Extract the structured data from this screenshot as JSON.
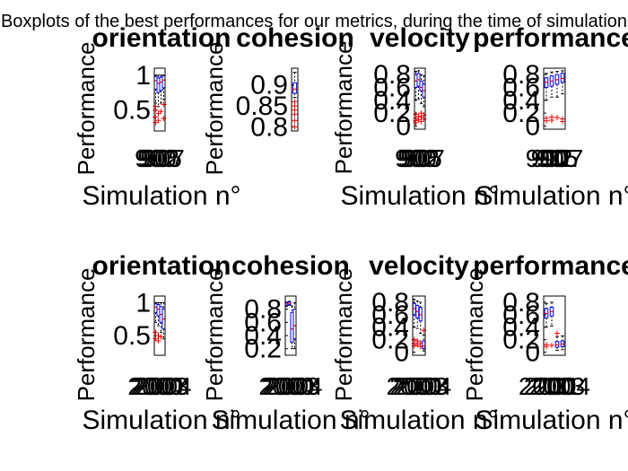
{
  "figure": {
    "title": "Boxplots of the best performances for our metrics, during the time of simulation",
    "colors": {
      "box": "#0000ff",
      "median": "#ff0000",
      "outlier": "#ff0000",
      "whisker": "#000000"
    }
  },
  "chart_data": [
    {
      "type": "box",
      "title": "orientation",
      "ylabel": "Performance",
      "xlabel": "Simulation n°",
      "ylim": [
        0.2,
        1.1
      ],
      "yticks": [
        0.5,
        1
      ],
      "xticklabels": [
        "900",
        "902",
        "905",
        "907"
      ],
      "boxes": [
        {
          "q1": 0.8,
          "median": 0.92,
          "q3": 0.98,
          "whisker_low": 0.6,
          "whisker_high": 1.0,
          "outliers": [
            0.55,
            0.5,
            0.4,
            0.32
          ]
        },
        {
          "q1": 0.75,
          "median": 0.88,
          "q3": 0.96,
          "whisker_low": 0.55,
          "whisker_high": 1.0,
          "outliers": [
            0.45,
            0.35
          ]
        },
        {
          "q1": 0.78,
          "median": 0.9,
          "q3": 0.97,
          "whisker_low": 0.6,
          "whisker_high": 1.0,
          "outliers": [
            0.48
          ]
        },
        {
          "q1": 0.82,
          "median": 0.93,
          "q3": 0.99,
          "whisker_low": 0.65,
          "whisker_high": 1.0,
          "outliers": [
            0.58,
            0.38
          ]
        }
      ]
    },
    {
      "type": "box",
      "title": "cohesion",
      "ylabel": "Performance",
      "xlabel": "",
      "ylim": [
        0.79,
        0.94
      ],
      "yticks": [
        0.8,
        0.85,
        0.9
      ],
      "xticklabels": [],
      "boxes": [
        {
          "q1": 0.88,
          "median": 0.89,
          "q3": 0.905,
          "whisker_low": 0.87,
          "whisker_high": 0.93,
          "outliers": [
            0.86,
            0.85,
            0.84,
            0.83,
            0.815,
            0.8
          ]
        }
      ]
    },
    {
      "type": "box",
      "title": "velocity",
      "ylabel": "Performance",
      "xlabel": "Simulation n°",
      "ylim": [
        -0.05,
        0.9
      ],
      "yticks": [
        0,
        0.2,
        0.4,
        0.6,
        0.8
      ],
      "xticklabels": [
        "900",
        "902",
        "905",
        "907"
      ],
      "boxes": [
        {
          "q1": 0.6,
          "median": 0.7,
          "q3": 0.8,
          "whisker_low": 0.4,
          "whisker_high": 0.85,
          "outliers": [
            0.18,
            0.12,
            0.08,
            0.05
          ]
        },
        {
          "q1": 0.62,
          "median": 0.72,
          "q3": 0.82,
          "whisker_low": 0.42,
          "whisker_high": 0.86,
          "outliers": [
            0.15,
            0.1
          ]
        },
        {
          "q1": 0.55,
          "median": 0.6,
          "q3": 0.7,
          "whisker_low": 0.35,
          "whisker_high": 0.8,
          "outliers": [
            0.2,
            0.14,
            0.07
          ]
        },
        {
          "q1": 0.45,
          "median": 0.55,
          "q3": 0.65,
          "whisker_low": 0.3,
          "whisker_high": 0.78,
          "outliers": [
            0.17,
            0.11
          ]
        }
      ]
    },
    {
      "type": "box",
      "title": "performance",
      "ylabel": "",
      "xlabel": "Simulation n°",
      "ylim": [
        -0.05,
        0.9
      ],
      "yticks": [
        0,
        0.2,
        0.4,
        0.6,
        0.8
      ],
      "xticklabels": [
        "900",
        "902",
        "905",
        "907"
      ],
      "boxes": [
        {
          "q1": 0.6,
          "median": 0.68,
          "q3": 0.75,
          "whisker_low": 0.4,
          "whisker_high": 0.82,
          "outliers": [
            0.12,
            0.08
          ]
        },
        {
          "q1": 0.62,
          "median": 0.7,
          "q3": 0.78,
          "whisker_low": 0.45,
          "whisker_high": 0.84,
          "outliers": [
            0.14,
            0.09
          ]
        },
        {
          "q1": 0.65,
          "median": 0.72,
          "q3": 0.8,
          "whisker_low": 0.45,
          "whisker_high": 0.85,
          "outliers": [
            0.13
          ]
        },
        {
          "q1": 0.68,
          "median": 0.74,
          "q3": 0.82,
          "whisker_low": 0.5,
          "whisker_high": 0.86,
          "outliers": [
            0.11,
            0.07
          ]
        }
      ]
    },
    {
      "type": "box",
      "title": "orientation",
      "ylabel": "Performance",
      "xlabel": "Simulation n°",
      "ylim": [
        0.2,
        1.1
      ],
      "yticks": [
        0.5,
        1
      ],
      "xticklabels": [
        "2000",
        "2001",
        "2003",
        "2004"
      ],
      "boxes": [
        {
          "q1": 0.85,
          "median": 0.93,
          "q3": 0.98,
          "whisker_low": 0.7,
          "whisker_high": 1.0,
          "outliers": [
            0.55,
            0.45
          ]
        },
        {
          "q1": 0.8,
          "median": 0.9,
          "q3": 0.97,
          "whisker_low": 0.65,
          "whisker_high": 1.0,
          "outliers": [
            0.5,
            0.42
          ]
        },
        {
          "q1": 0.7,
          "median": 0.82,
          "q3": 0.94,
          "whisker_low": 0.55,
          "whisker_high": 1.0,
          "outliers": [
            0.48
          ]
        },
        {
          "q1": 0.6,
          "median": 0.75,
          "q3": 0.9,
          "whisker_low": 0.45,
          "whisker_high": 1.0,
          "outliers": []
        }
      ]
    },
    {
      "type": "box",
      "title": "cohesion",
      "ylabel": "Performance",
      "xlabel": "Simulation n°",
      "ylim": [
        0.1,
        1.0
      ],
      "yticks": [
        0.2,
        0.4,
        0.6,
        0.8
      ],
      "xticklabels": [
        "2000",
        "2001",
        "2003",
        "2004"
      ],
      "boxes": [
        {
          "q1": 0.86,
          "median": 0.88,
          "q3": 0.9,
          "whisker_low": 0.84,
          "whisker_high": 0.91,
          "outliers": []
        },
        {
          "q1": 0.87,
          "median": 0.89,
          "q3": 0.91,
          "whisker_low": 0.86,
          "whisker_high": 0.92,
          "outliers": []
        },
        {
          "q1": 0.3,
          "median": 0.5,
          "q3": 0.75,
          "whisker_low": 0.2,
          "whisker_high": 0.85,
          "outliers": []
        },
        {
          "q1": 0.35,
          "median": 0.55,
          "q3": 0.8,
          "whisker_low": 0.2,
          "whisker_high": 0.9,
          "outliers": []
        }
      ]
    },
    {
      "type": "box",
      "title": "velocity",
      "ylabel": "Performance",
      "xlabel": "Simulation n°",
      "ylim": [
        -0.05,
        0.9
      ],
      "yticks": [
        0,
        0.2,
        0.4,
        0.6,
        0.8
      ],
      "xticklabels": [
        "2000",
        "2001",
        "2003",
        "2004"
      ],
      "boxes": [
        {
          "q1": 0.6,
          "median": 0.7,
          "q3": 0.78,
          "whisker_low": 0.4,
          "whisker_high": 0.85,
          "outliers": [
            0.2,
            0.14,
            0.1
          ]
        },
        {
          "q1": 0.55,
          "median": 0.65,
          "q3": 0.75,
          "whisker_low": 0.38,
          "whisker_high": 0.82,
          "outliers": [
            0.18,
            0.12
          ]
        },
        {
          "q1": 0.5,
          "median": 0.6,
          "q3": 0.72,
          "whisker_low": 0.3,
          "whisker_high": 0.8,
          "outliers": [
            0.15,
            0.09
          ]
        },
        {
          "q1": 0.06,
          "median": 0.1,
          "q3": 0.18,
          "whisker_low": 0.02,
          "whisker_high": 0.28,
          "outliers": [
            0.35
          ]
        }
      ]
    },
    {
      "type": "box",
      "title": "performance",
      "ylabel": "Performance",
      "xlabel": "Simulation n°",
      "ylim": [
        -0.05,
        0.9
      ],
      "yticks": [
        0,
        0.2,
        0.4,
        0.6,
        0.8
      ],
      "xticklabels": [
        "2000",
        "2001",
        "2003",
        "2004"
      ],
      "boxes": [
        {
          "q1": 0.55,
          "median": 0.62,
          "q3": 0.7,
          "whisker_low": 0.4,
          "whisker_high": 0.78,
          "outliers": [
            0.12,
            0.09
          ]
        },
        {
          "q1": 0.58,
          "median": 0.65,
          "q3": 0.72,
          "whisker_low": 0.42,
          "whisker_high": 0.8,
          "outliers": [
            0.11
          ]
        },
        {
          "q1": 0.08,
          "median": 0.12,
          "q3": 0.17,
          "whisker_low": 0.03,
          "whisker_high": 0.25,
          "outliers": [
            0.3
          ]
        },
        {
          "q1": 0.09,
          "median": 0.13,
          "q3": 0.18,
          "whisker_low": 0.04,
          "whisker_high": 0.26,
          "outliers": []
        }
      ]
    }
  ]
}
